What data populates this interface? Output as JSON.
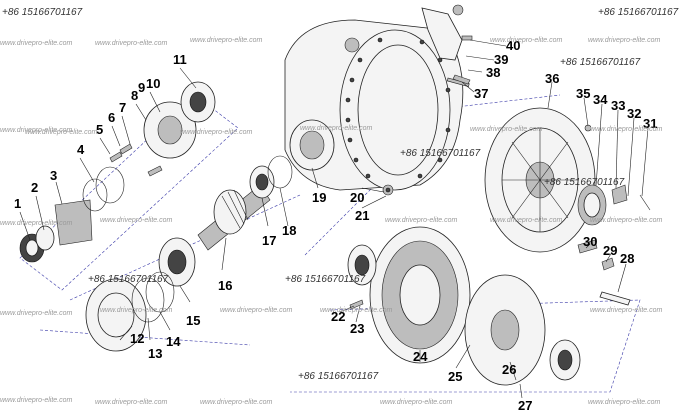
{
  "watermarks": {
    "phone": "+86 15166701167",
    "site": "www.drivepro-elite.com"
  },
  "callouts": [
    "1",
    "2",
    "3",
    "4",
    "5",
    "6",
    "7",
    "8",
    "9",
    "10",
    "11",
    "12",
    "13",
    "14",
    "15",
    "16",
    "17",
    "18",
    "19",
    "20",
    "21",
    "22",
    "23",
    "24",
    "25",
    "26",
    "27",
    "28",
    "29",
    "30",
    "31",
    "32",
    "33",
    "34",
    "35",
    "36",
    "37",
    "38",
    "39",
    "40"
  ]
}
